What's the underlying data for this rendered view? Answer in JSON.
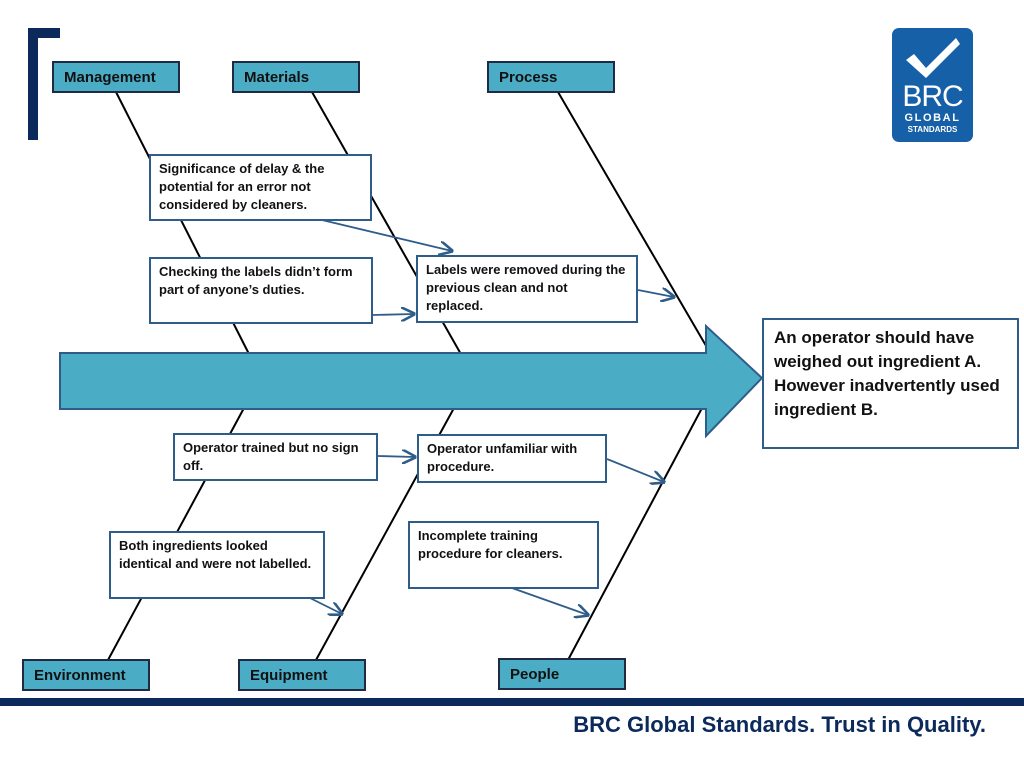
{
  "categories": {
    "management": "Management",
    "materials": "Materials",
    "process": "Process",
    "environment": "Environment",
    "equipment": "Equipment",
    "people": "People"
  },
  "causes": {
    "significance": "Significance of delay & the potential for an error not considered by cleaners.",
    "checking_labels": "Checking the labels didn’t form part of anyone’s duties.",
    "labels_removed": "Labels were removed during the previous clean and not replaced.",
    "operator_trained": "Operator trained but no sign off.",
    "operator_unfamiliar": "Operator unfamiliar with procedure.",
    "both_ingredients": "Both ingredients looked identical and were not labelled.",
    "incomplete_training": "Incomplete training procedure for cleaners."
  },
  "effect": "An operator should have weighed out ingredient A. However inadvertently used ingredient B.",
  "logo": {
    "main": "BRC",
    "line1": "GLOBAL",
    "line2": "STANDARDS",
    "icon": "checkmark-icon"
  },
  "footer": {
    "tagline": "BRC Global Standards. Trust in Quality."
  },
  "colors": {
    "spine": "#4bacc6",
    "navy": "#0b2a5b",
    "arrow": "#2f5d8a"
  }
}
